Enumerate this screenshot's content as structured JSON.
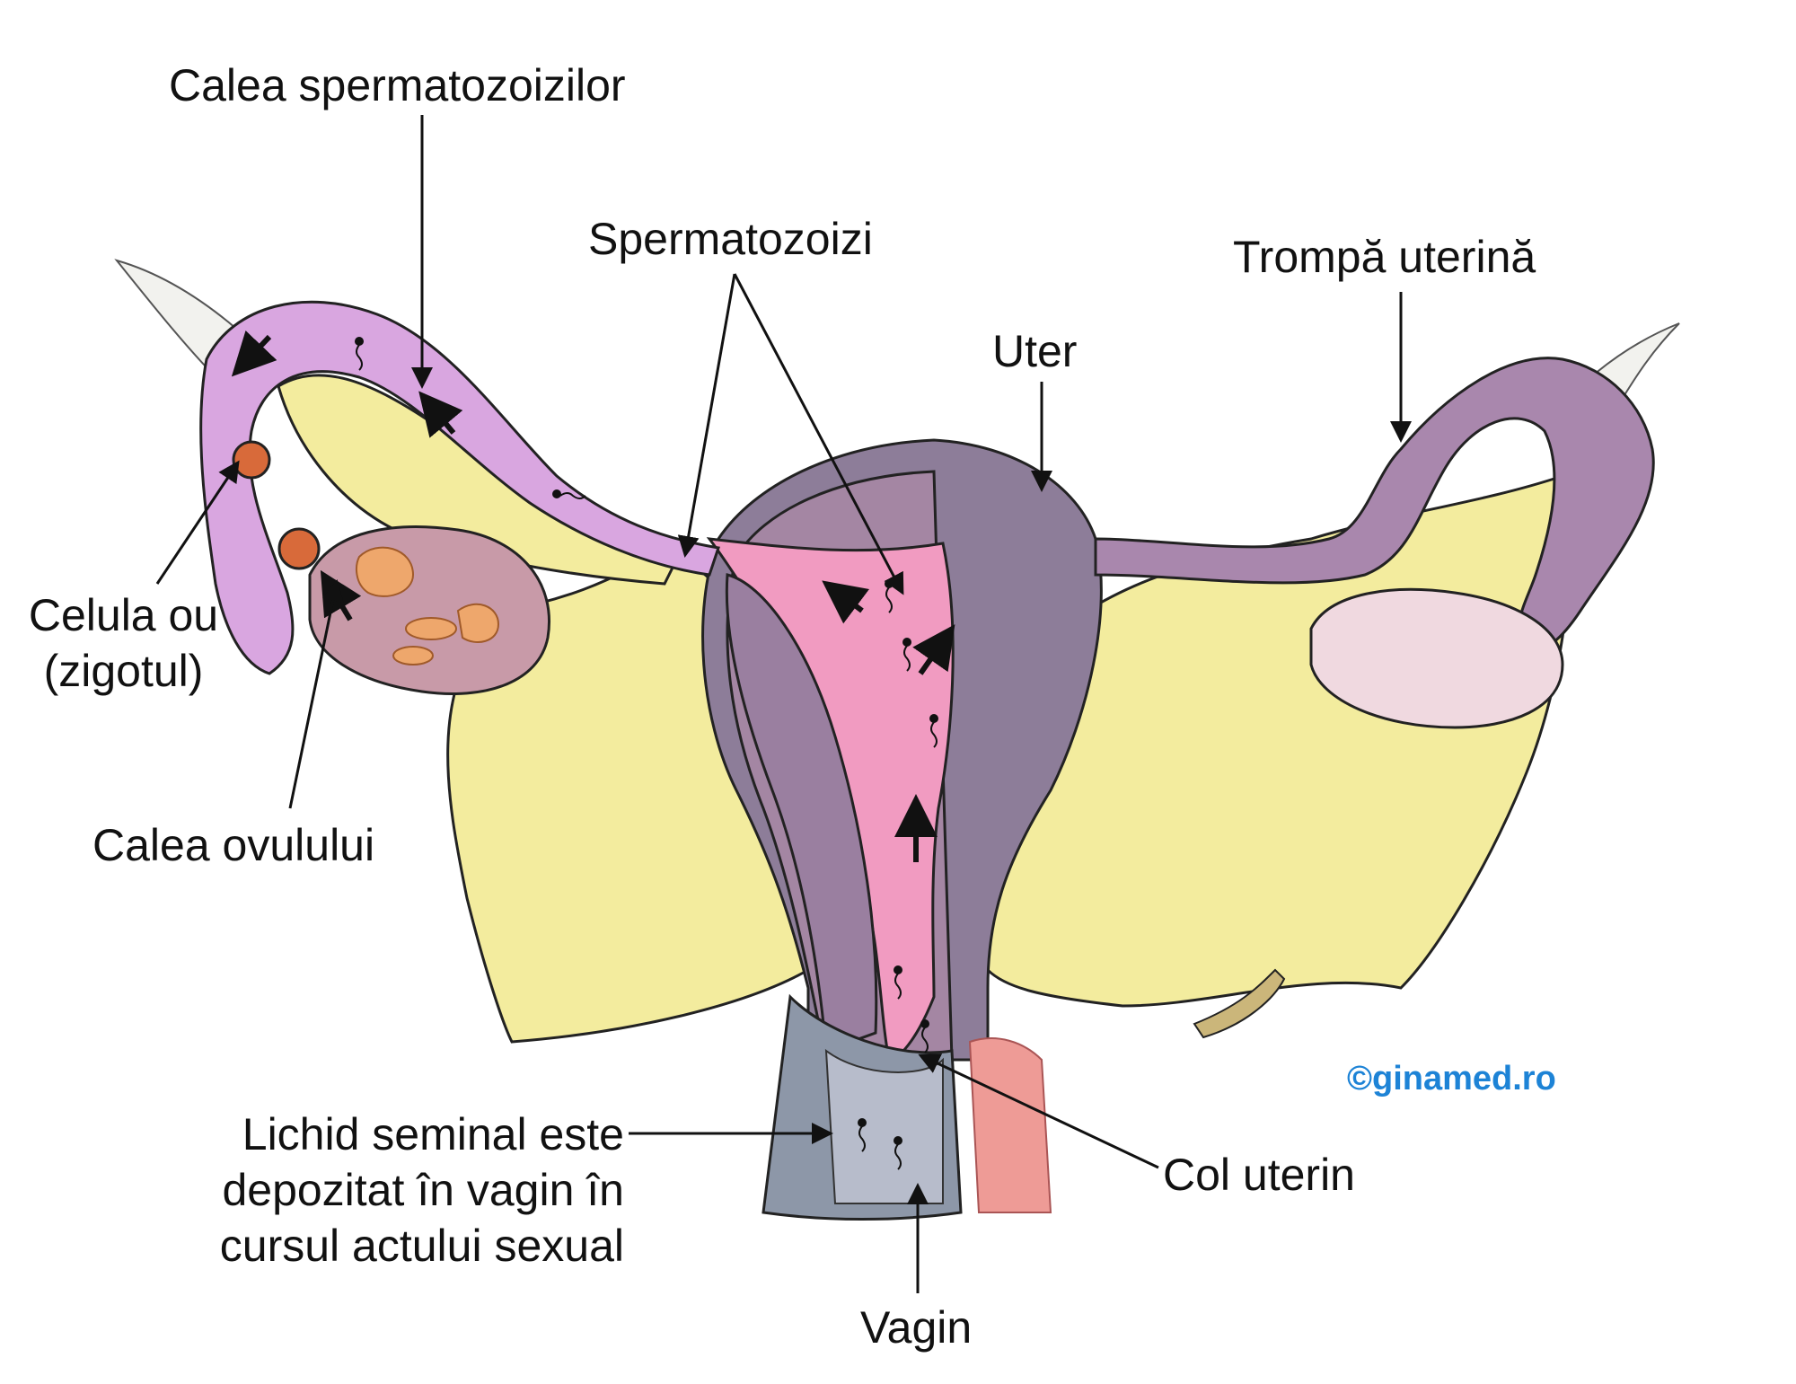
{
  "labels": {
    "sperm_path": "Calea spermatozoizilor",
    "sperm": "Spermatozoizi",
    "tube": "Trompă uterină",
    "uterus": "Uter",
    "egg_line1": "Celula ou",
    "egg_line2": "(zigotul)",
    "ovum_path": "Calea ovulului",
    "seminal_line1": "Lichid seminal este",
    "seminal_line2": "depozitat în vagin în",
    "seminal_line3": "cursul actului sexual",
    "cervix": "Col uterin",
    "vagina": "Vagin"
  },
  "credit": "©ginamed.ro",
  "colors": {
    "ligament": "#f3ec9e",
    "tube_left": "#d9a6e0",
    "tube_right": "#a987ad",
    "uterus_wall": "#8d7d99",
    "uterus_inner": "#a486a3",
    "cavity": "#f19bc1",
    "vagina": "#8d97a8",
    "ovary_right": "#f0d9e0",
    "ovary_left": "#c89aa8",
    "follicle": "#eea76c",
    "egg": "#d86a3a",
    "muscle": "#ee9b96",
    "credit": "#1d83d6"
  }
}
